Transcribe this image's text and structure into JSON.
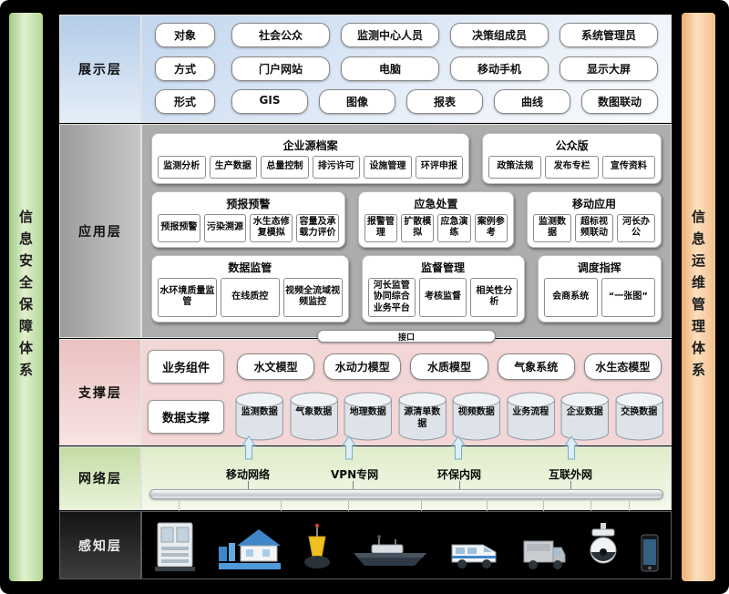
{
  "side_bars": {
    "left": "信息安全保障体系",
    "right": "信息运维管理体系"
  },
  "presentation": {
    "label": "展示层",
    "rows": [
      {
        "head": "对象",
        "items": [
          "社会公众",
          "监测中心人员",
          "决策组成员",
          "系统管理员"
        ]
      },
      {
        "head": "方式",
        "items": [
          "门户网站",
          "电脑",
          "移动手机",
          "显示大屏"
        ]
      },
      {
        "head": "形式",
        "items": [
          "GIS",
          "图像",
          "报表",
          "曲线",
          "数图联动"
        ]
      }
    ]
  },
  "application": {
    "label": "应用层",
    "interface_label": "接口",
    "panel_rows": [
      [
        {
          "title": "企业源档案",
          "items": [
            "监测分析",
            "生产数据",
            "总量控制",
            "排污许可",
            "设施管理",
            "环评申报"
          ]
        },
        {
          "title": "公众版",
          "items": [
            "政策法规",
            "发布专栏",
            "宣传资料"
          ]
        }
      ],
      [
        {
          "title": "预报预警",
          "items": [
            "预报预警",
            "污染溯源",
            "水生态修复模拟",
            "容量及承载力评价"
          ]
        },
        {
          "title": "应急处置",
          "items": [
            "报警管理",
            "扩散模拟",
            "应急演练",
            "案例参考"
          ]
        },
        {
          "title": "移动应用",
          "items": [
            "监测数据",
            "超标视频联动",
            "河长办公"
          ]
        }
      ],
      [
        {
          "title": "数据监管",
          "items": [
            "水环境质量监管",
            "在线质控",
            "视频全流域视频监控"
          ]
        },
        {
          "title": "监督管理",
          "items": [
            "河长监管协同综合业务平台",
            "考核监督",
            "相关性分析"
          ]
        },
        {
          "title": "调度指挥",
          "items": [
            "会商系统",
            "“一张图”"
          ]
        }
      ]
    ]
  },
  "support": {
    "label": "支撑层",
    "business": {
      "head": "业务组件",
      "items": [
        "水文模型",
        "水动力模型",
        "水质模型",
        "气象系统",
        "水生态模型"
      ]
    },
    "data": {
      "head": "数据支撑",
      "items": [
        "监测数据",
        "气象数据",
        "地理数据",
        "源清单数据",
        "视频数据",
        "业务流程",
        "企业数据",
        "交换数据"
      ]
    }
  },
  "network": {
    "label": "网络层",
    "items": [
      "移动网络",
      "VPN专网",
      "环保内网",
      "互联外网"
    ]
  },
  "perception": {
    "label": "感知层",
    "devices": [
      "monitoring-station",
      "water-plant",
      "buoy",
      "unmanned-boat",
      "monitoring-van",
      "monitoring-truck",
      "dome-camera",
      "mobile-phone"
    ]
  }
}
